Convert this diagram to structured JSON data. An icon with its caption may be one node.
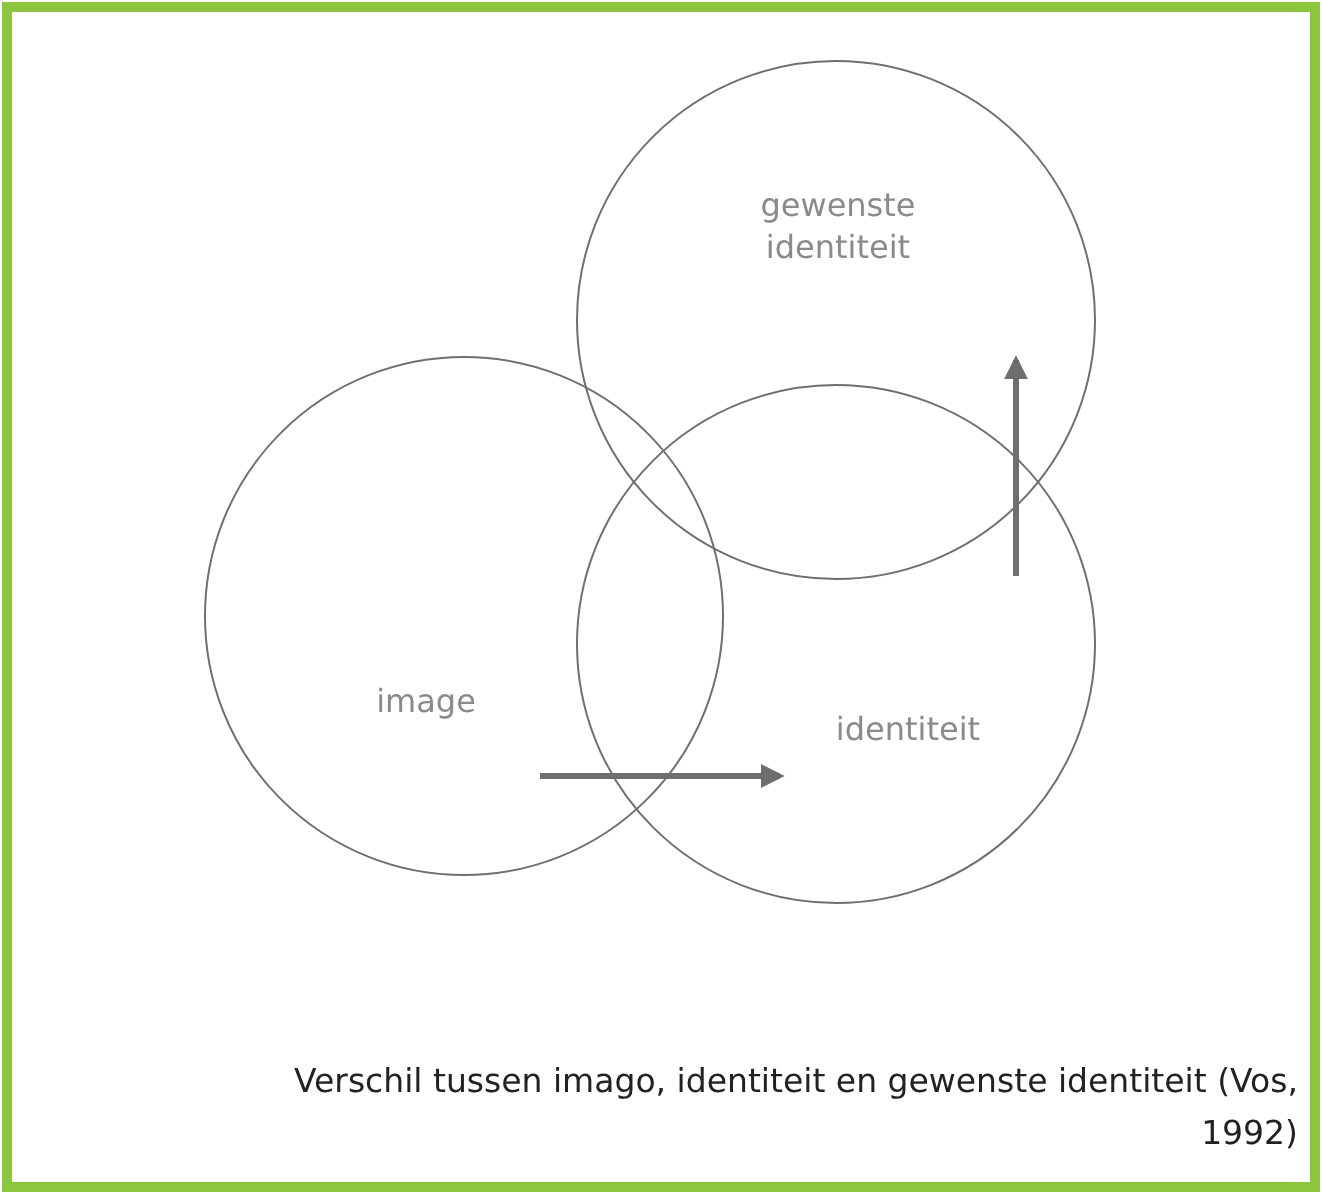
{
  "diagram": {
    "caption": "Verschil tussen imago, identiteit en gewenste identiteit (Vos, 1992)",
    "nodes": [
      {
        "text": [
          "gewenste identiteit"
        ]
      },
      {
        "text": [
          "image"
        ]
      },
      {
        "text": [
          "identiteit"
        ]
      }
    ],
    "edges": [
      {
        "from": 1,
        "to": 2,
        "arrow": "to"
      },
      {
        "from": 2,
        "to": 0,
        "arrow": "to"
      }
    ]
  }
}
